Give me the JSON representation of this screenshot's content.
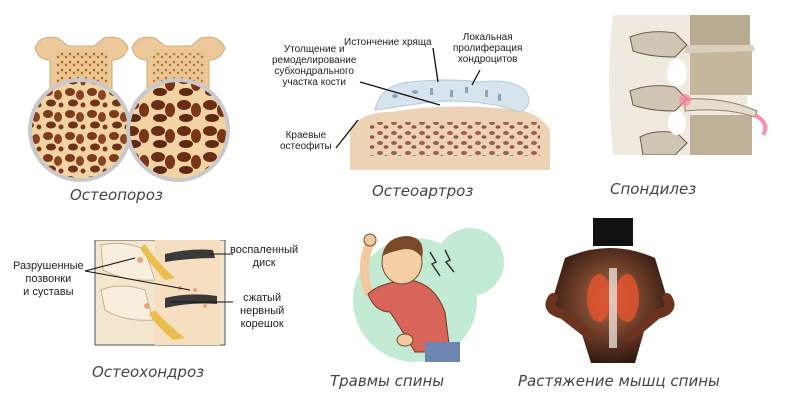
{
  "panels": [
    {
      "id": "osteoporosis",
      "caption": "Остеопороз",
      "labels": []
    },
    {
      "id": "osteoarthritis",
      "caption": "Остеоартроз",
      "labels": {
        "cartilage_thinning": "Истончение хряща",
        "local_proliferation_1": "Локальная",
        "local_proliferation_2": "пролиферация",
        "local_proliferation_3": "хондроцитов",
        "subchondral_1": "Утолщение и",
        "subchondral_2": "ремоделирование",
        "subchondral_3": "субхондрального",
        "subchondral_4": "участка кости",
        "osteophytes_1": "Краевые",
        "osteophytes_2": "остеофиты"
      }
    },
    {
      "id": "spondylosis",
      "caption": "Спондилез",
      "labels": []
    },
    {
      "id": "osteochondrosis",
      "caption": "Остеохондроз",
      "labels": {
        "destroyed_1": "Разрушенные",
        "destroyed_2": "позвонки",
        "destroyed_3": "и суставы",
        "inflamed_1": "воспаленный",
        "inflamed_2": "диск",
        "nerve_1": "сжатый",
        "nerve_2": "нервный",
        "nerve_3": "корешок"
      }
    },
    {
      "id": "back-injuries",
      "caption": "Травмы спины",
      "labels": []
    },
    {
      "id": "muscle-strain",
      "caption": "Растяжение мышц спины",
      "labels": []
    }
  ],
  "colors": {
    "bone_light": "#f0d2a8",
    "bone_dark": "#7a3a1e",
    "cartilage": "#d7e4ee",
    "spine_gray": "#cfc6b4",
    "mint_circle": "#c3ebd3",
    "shirt": "#d9655a",
    "muscle_red": "#e0542e",
    "caption_text": "#444444"
  }
}
